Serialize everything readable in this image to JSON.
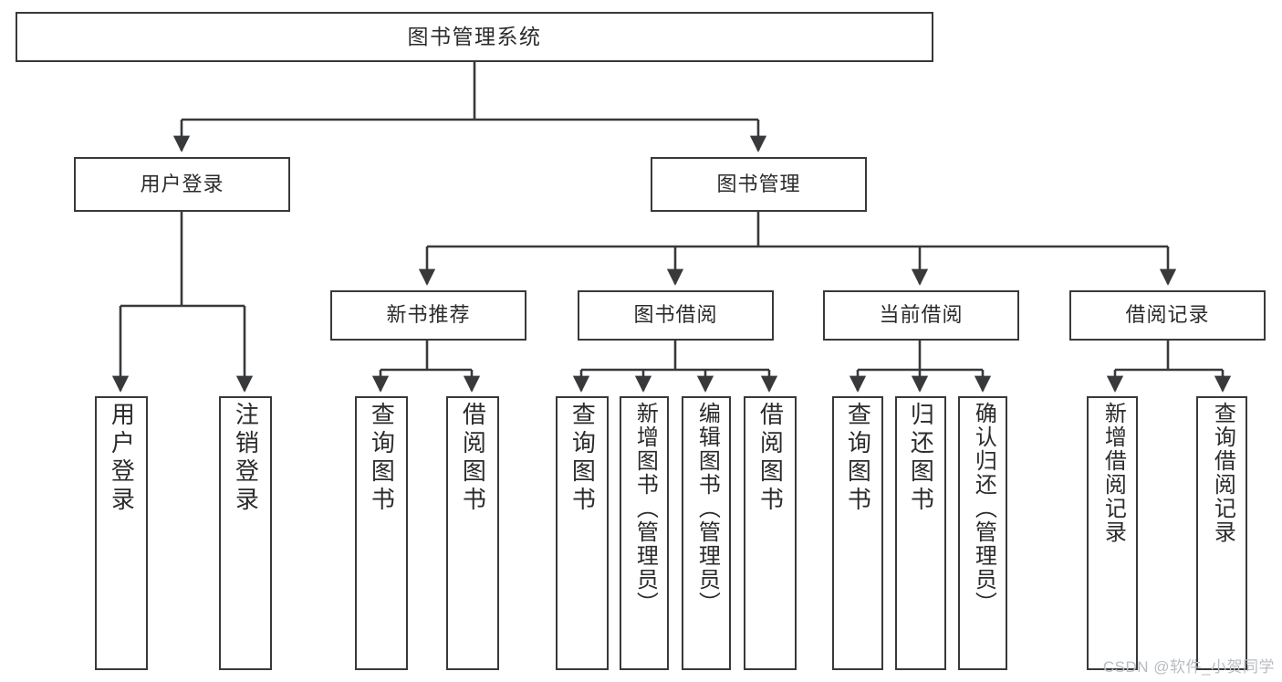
{
  "diagram": {
    "type": "tree",
    "title": "图书管理系统",
    "orientation": "top-down",
    "colors": {
      "box_border": "#38393b",
      "box_fill": "#ffffff",
      "text": "#2b2b2b",
      "connector": "#38393b",
      "watermark": "#b9bcc0",
      "background": "#ffffff"
    },
    "root": {
      "label": "图书管理系统"
    },
    "level2": [
      {
        "id": "user-login",
        "label": "用户登录"
      },
      {
        "id": "book-manage",
        "label": "图书管理"
      }
    ],
    "level3": [
      {
        "id": "new-book-rec",
        "label": "新书推荐"
      },
      {
        "id": "book-borrow",
        "label": "图书借阅"
      },
      {
        "id": "current-borrow",
        "label": "当前借阅"
      },
      {
        "id": "borrow-record",
        "label": "借阅记录"
      }
    ],
    "leaves": {
      "user_login": [
        {
          "id": "leaf-user-login",
          "label": "用户登录"
        },
        {
          "id": "leaf-logout",
          "label": "注销登录"
        }
      ],
      "new_book_rec": [
        {
          "id": "leaf-query-book-1",
          "label": "查询图书"
        },
        {
          "id": "leaf-borrow-book-1",
          "label": "借阅图书"
        }
      ],
      "book_borrow": [
        {
          "id": "leaf-query-book-2",
          "label": "查询图书"
        },
        {
          "id": "leaf-add-book",
          "label": "新增图书（管理员）"
        },
        {
          "id": "leaf-edit-book",
          "label": "编辑图书（管理员）"
        },
        {
          "id": "leaf-borrow-book-2",
          "label": "借阅图书"
        }
      ],
      "current_borrow": [
        {
          "id": "leaf-query-book-3",
          "label": "查询图书"
        },
        {
          "id": "leaf-return-book",
          "label": "归还图书"
        },
        {
          "id": "leaf-confirm-return",
          "label": "确认归还（管理员）"
        }
      ],
      "borrow_record": [
        {
          "id": "leaf-add-record",
          "label": "新增借阅记录"
        },
        {
          "id": "leaf-query-record",
          "label": "查询借阅记录"
        }
      ]
    }
  },
  "watermark": {
    "text": "CSDN @软件_小贺同学"
  }
}
